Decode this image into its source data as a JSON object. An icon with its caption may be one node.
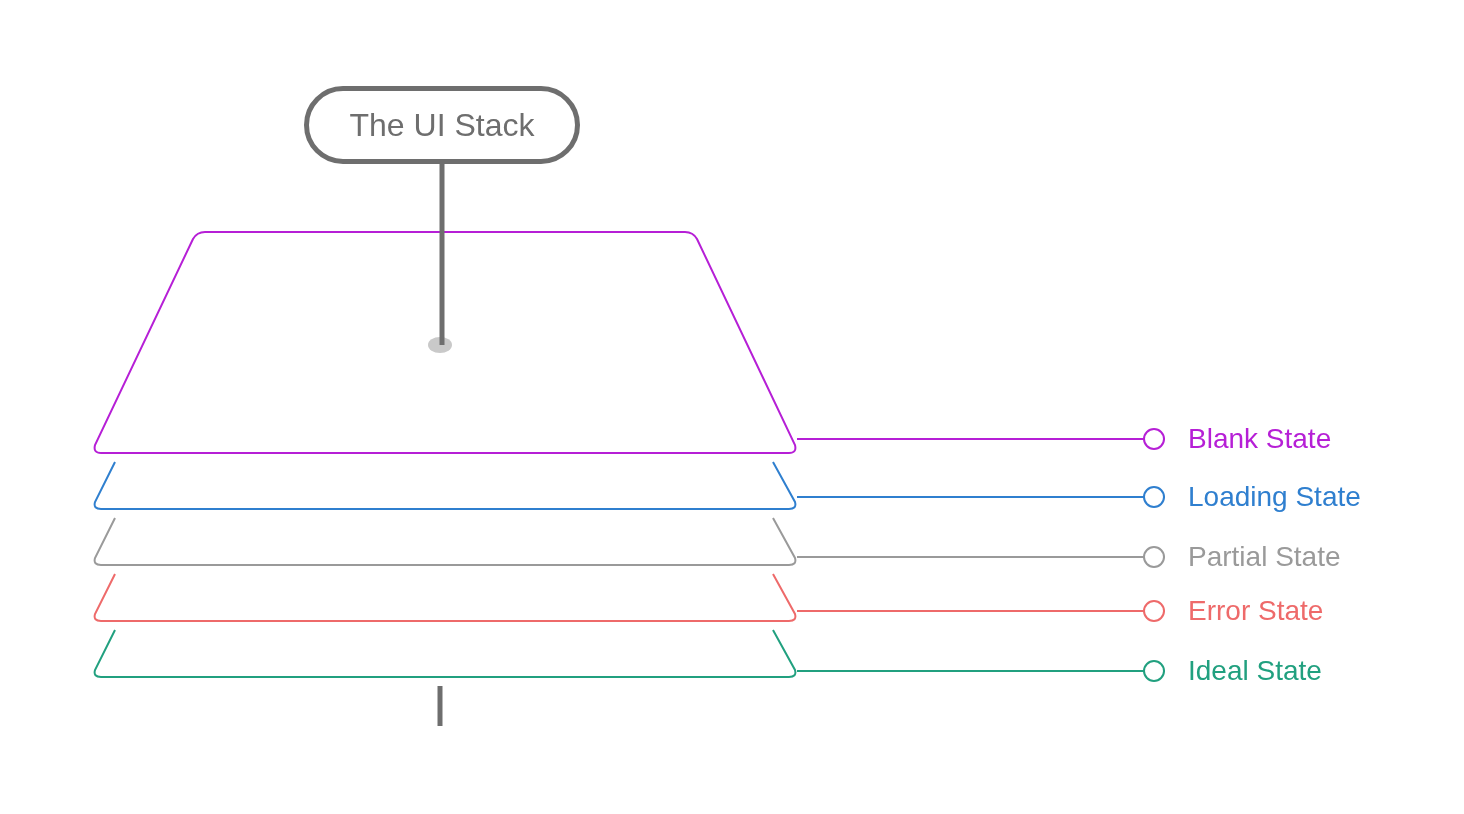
{
  "diagram": {
    "nodes": [
      {
        "text": [
          "The UI Stack"
        ]
      },
      {
        "text": [],
        "shape": "trapezoid"
      },
      {
        "text": [],
        "shape": "circle",
        "in": 1
      },
      {
        "text": [],
        "shape": "trapezoid"
      },
      {
        "text": [],
        "shape": "trapezoid"
      },
      {
        "text": [],
        "shape": "trapezoid"
      },
      {
        "text": [],
        "shape": "trapezoid"
      },
      {
        "text": [
          "Blank State"
        ]
      },
      {
        "text": [
          "Loading State"
        ]
      },
      {
        "text": [
          "Partial State"
        ]
      },
      {
        "text": [
          "Error State"
        ]
      },
      {
        "text": [
          "Ideal State"
        ]
      }
    ],
    "edges": [
      {
        "from": 0,
        "to": 2,
        "arrow": "none",
        "style": "thick",
        "color": "#6e6e6e"
      },
      {
        "from": 7,
        "to": 1,
        "arrow": "other",
        "color": "#b61fd6"
      },
      {
        "from": 8,
        "to": 3,
        "arrow": "other",
        "color": "#2f7fcf"
      },
      {
        "from": 9,
        "to": 4,
        "arrow": "other",
        "color": "#9a9a9a"
      },
      {
        "from": 10,
        "to": 5,
        "arrow": "other",
        "color": "#ee6a6a"
      },
      {
        "from": 11,
        "to": 6,
        "arrow": "other",
        "color": "#21a07f"
      }
    ]
  }
}
